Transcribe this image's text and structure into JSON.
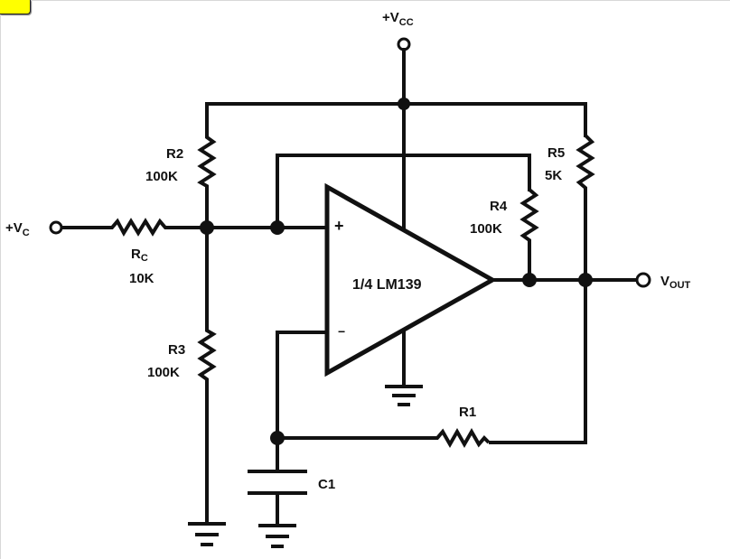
{
  "tab": {
    "color": "#ffff00"
  },
  "circuit": {
    "title_component": "1/4 LM139",
    "opamp": {
      "label": "1/4 LM139",
      "plus": "+",
      "minus": "−"
    },
    "terminals": {
      "vcc": {
        "prefix": "+V",
        "sub": "CC"
      },
      "vc": {
        "prefix": "+V",
        "sub": "C"
      },
      "vout": {
        "prefix": "V",
        "sub": "OUT"
      }
    },
    "components": {
      "r2": {
        "name": "R2",
        "value": "100K"
      },
      "r3": {
        "name": "R3",
        "value": "100K"
      },
      "r4": {
        "name": "R4",
        "value": "100K"
      },
      "r5": {
        "name": "R5",
        "value": "5K"
      },
      "rc": {
        "name": "R",
        "name_sub": "C",
        "value": "10K"
      },
      "r1": {
        "name": "R1"
      },
      "c1": {
        "name": "C1"
      }
    }
  }
}
